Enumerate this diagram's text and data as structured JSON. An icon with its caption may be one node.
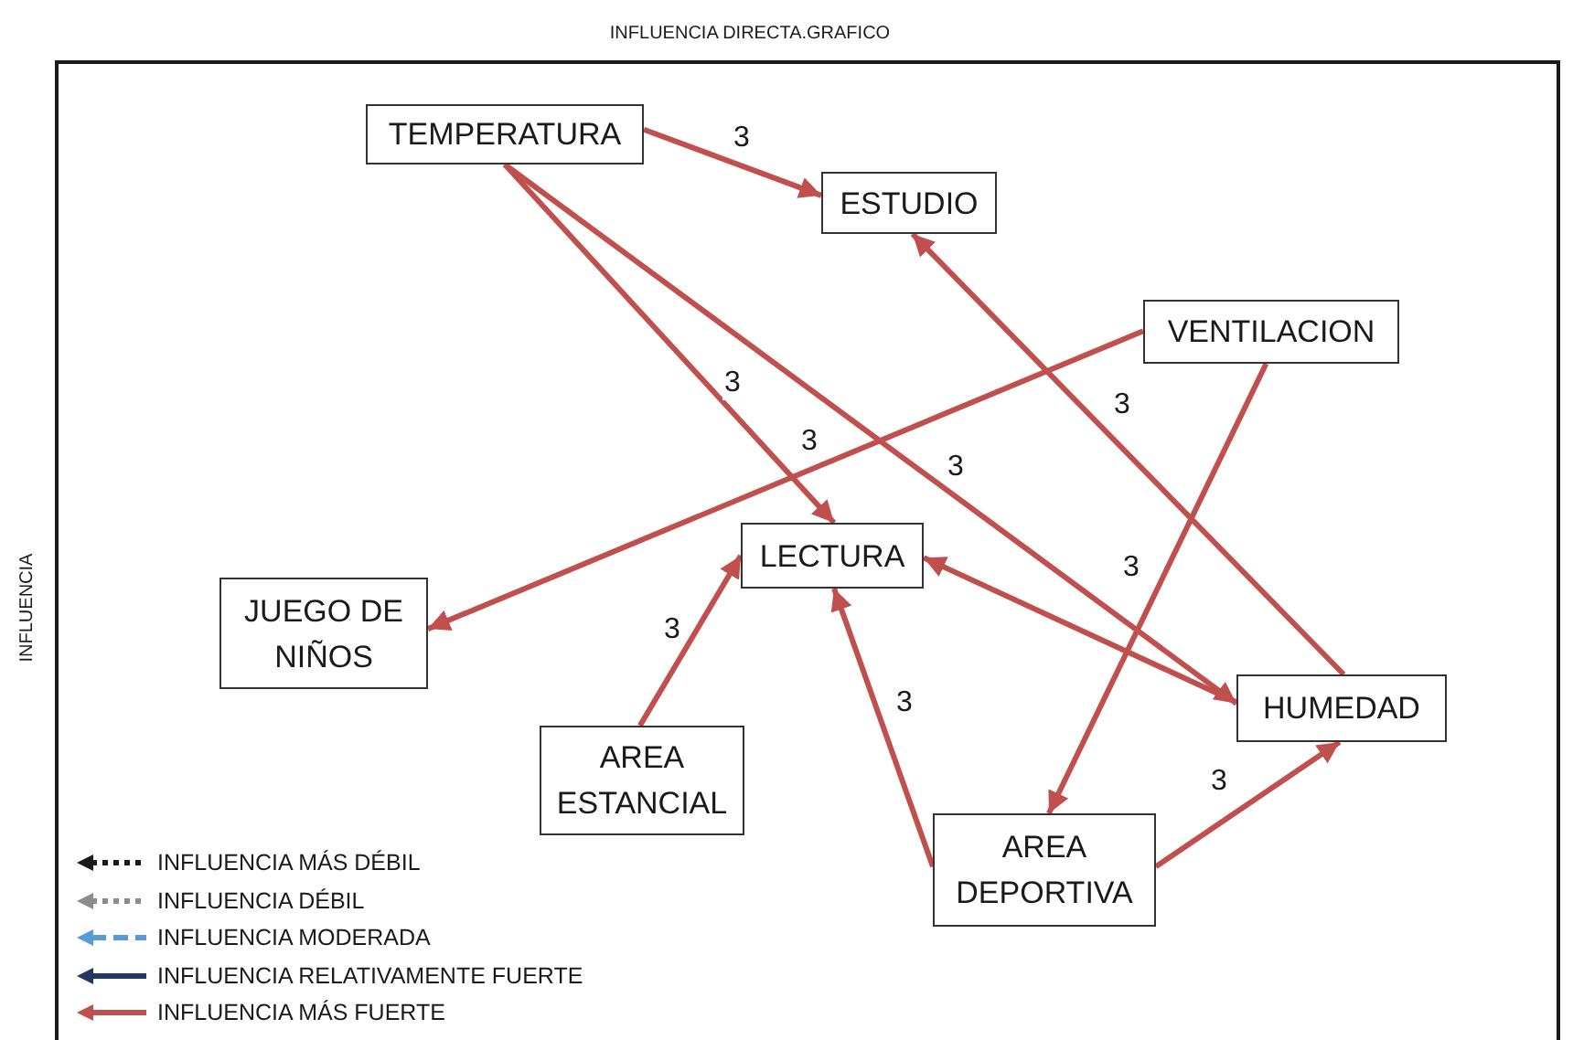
{
  "diagram": {
    "title": "INFLUENCIA DIRECTA.GRAFICO",
    "nodes": [
      {
        "text": [
          "TEMPERATURA"
        ]
      },
      {
        "text": [
          "ESTUDIO"
        ]
      },
      {
        "text": [
          "VENTILACION"
        ]
      },
      {
        "text": [
          "JUEGO DE NIÑOS"
        ]
      },
      {
        "text": [
          "LECTURA"
        ]
      },
      {
        "text": [
          "HUMEDAD"
        ]
      },
      {
        "text": [
          "AREA ESTANCIAL"
        ]
      },
      {
        "text": [
          "AREA DEPORTIVA"
        ]
      }
    ],
    "edges": [
      {
        "from": 0,
        "to": 1,
        "arrow": "to",
        "label": "3"
      },
      {
        "from": 0,
        "to": 4,
        "arrow": "to",
        "label": "3"
      },
      {
        "from": 0,
        "to": 5,
        "arrow": "to",
        "label": "3"
      },
      {
        "from": 2,
        "to": 3,
        "arrow": "to",
        "label": "3"
      },
      {
        "from": 5,
        "to": 1,
        "arrow": "to",
        "label": "3"
      },
      {
        "from": 2,
        "to": 7,
        "arrow": "to",
        "label": "3"
      },
      {
        "from": 5,
        "to": 4,
        "arrow": "to"
      },
      {
        "from": 6,
        "to": 4,
        "arrow": "to",
        "label": "3"
      },
      {
        "from": 7,
        "to": 4,
        "arrow": "to",
        "label": "3"
      },
      {
        "from": 7,
        "to": 5,
        "arrow": "to",
        "label": "3"
      }
    ],
    "labels": [
      "INFLUENCIA"
    ],
    "legend": [
      {
        "text": "INFLUENCIA MÁS DÉBIL"
      },
      {
        "text": "INFLUENCIA DÉBIL"
      },
      {
        "text": "INFLUENCIA MODERADA"
      },
      {
        "text": "INFLUENCIA RELATIVAMENTE FUERTE"
      },
      {
        "text": "INFLUENCIA MÁS FUERTE"
      }
    ]
  }
}
